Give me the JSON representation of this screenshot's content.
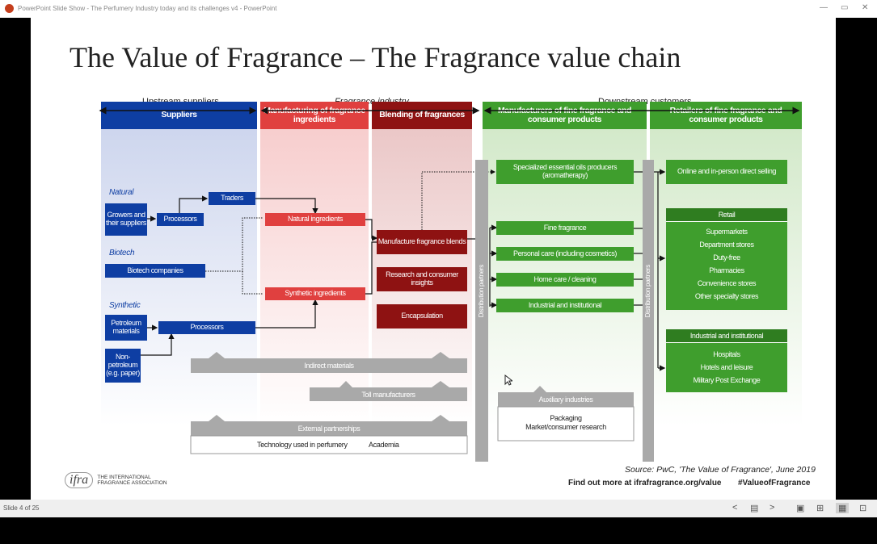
{
  "window": {
    "title": "PowerPoint Slide Show - The Perfumery Industry today and its challenges v4 - PowerPoint",
    "controls": {
      "minimize": "—",
      "restore": "▭",
      "close": "✕"
    }
  },
  "slide": {
    "title": "The Value of Fragrance – The Fragrance value chain",
    "segments": {
      "upstream": "Upstream suppliers",
      "industry": "Fragrance industry",
      "downstream": "Downstream customers"
    },
    "columns": {
      "suppliers": "Suppliers",
      "manufacturing": "Manufacturing of fragrance ingredients",
      "blending": "Blending of fragrances",
      "manufacturers": "Manufacturers of fine fragrance and consumer products",
      "retailers": "Retailers of fine fragrance and consumer products"
    },
    "suppliers": {
      "natural_label": "Natural",
      "growers": "Growers and their suppliers",
      "processors_natural": "Processors",
      "traders": "Traders",
      "biotech_label": "Biotech",
      "biotech_companies": "Biotech companies",
      "synthetic_label": "Synthetic",
      "petroleum": "Petroleum materials",
      "non_petroleum": "Non-petroleum (e.g. paper)",
      "processors_synthetic": "Processors"
    },
    "ingredients": {
      "natural": "Natural ingredients",
      "synthetic": "Synthetic ingredients"
    },
    "blending": {
      "manufacture": "Manufacture fragrance blends",
      "research": "Research and consumer insights",
      "encapsulation": "Encapsulation"
    },
    "support": {
      "indirect": "Indirect materials",
      "toll": "Toll manufacturers",
      "external": "External partnerships",
      "technology": "Technology used in perfumery",
      "academia": "Academia",
      "auxiliary": "Auxiliary industries",
      "packaging": "Packaging",
      "market_research": "Market/consumer research"
    },
    "distribution": "Distribution partners",
    "products": {
      "essential_oils": "Specialized essential oils producers (aromatherapy)",
      "fine_fragrance": "Fine fragrance",
      "personal_care": "Personal care (including cosmetics)",
      "home_care": "Home care / cleaning",
      "industrial": "Industrial and institutional"
    },
    "retail": {
      "online": "Online and in-person direct selling",
      "retail_header": "Retail",
      "retail_items": [
        "Supermarkets",
        "Department stores",
        "Duty-free",
        "Pharmacies",
        "Convenience stores",
        "Other specialty stores"
      ],
      "industrial_header": "Industrial and institutional",
      "industrial_items": [
        "Hospitals",
        "Hotels and leisure",
        "Military Post Exchange"
      ]
    },
    "source": "Source: PwC, 'The Value of Fragrance', June 2019",
    "find_more": "Find out more at ifrafragrance.org/value",
    "hashtag": "#ValueofFragrance",
    "logo_mark": "ifra",
    "logo_text_1": "THE INTERNATIONAL",
    "logo_text_2": "FRAGRANCE ASSOCIATION"
  },
  "statusbar": {
    "slide_counter": "Slide 4 of 25",
    "prev": "<",
    "menu": "▤",
    "next": ">",
    "view_normal": "▣",
    "view_sorter": "⊞",
    "view_reading": "▦",
    "view_slideshow": "⊡"
  },
  "colors": {
    "blue": "#0e3ea3",
    "red": "#e0403f",
    "dark_red": "#8e1212",
    "green": "#3f9e2d",
    "grey": "#a9a9a9"
  }
}
